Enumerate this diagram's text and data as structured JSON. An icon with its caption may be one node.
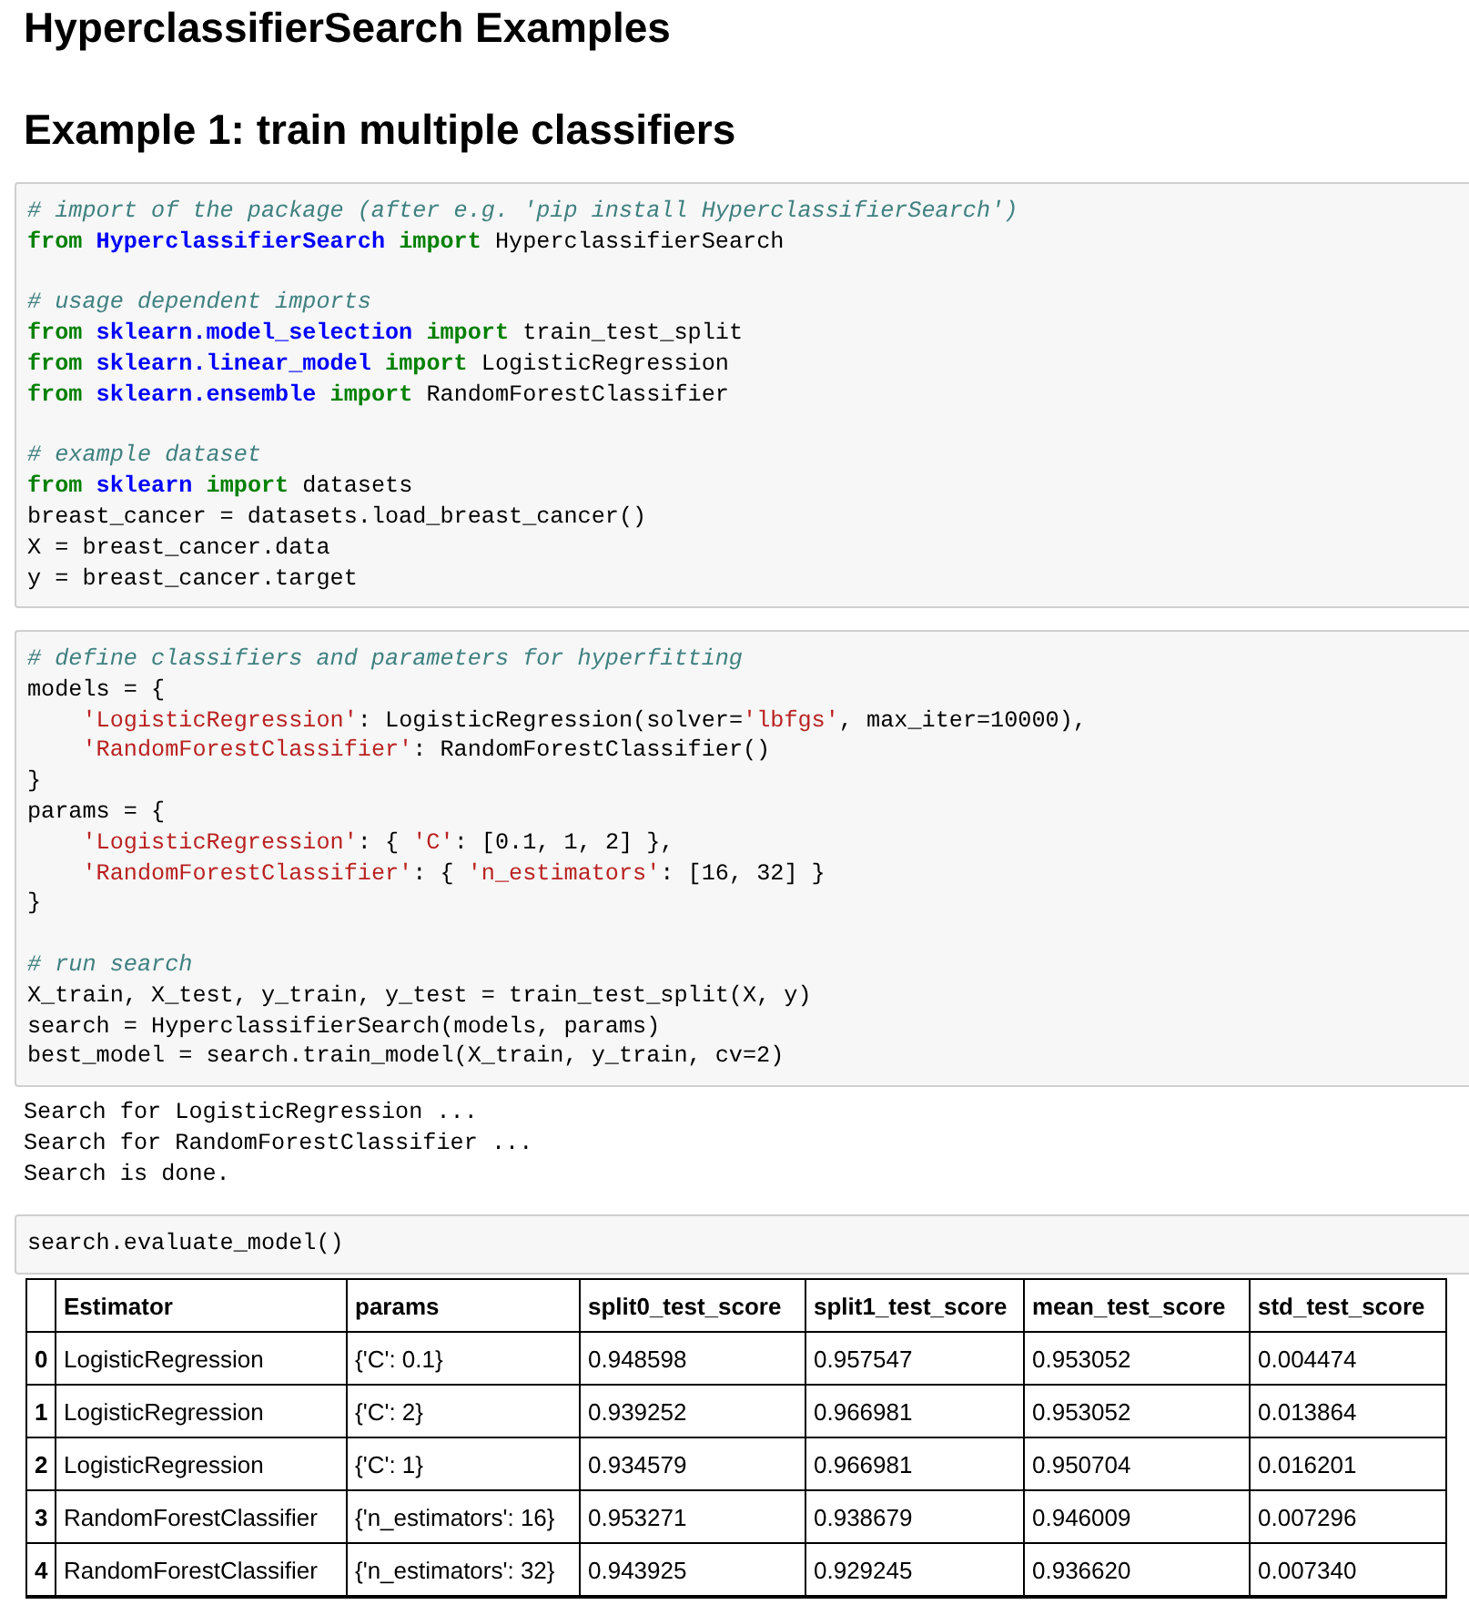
{
  "diagram": {
    "title": "HyperclassifierSearch Examples",
    "nodes": [
      {
        "text": [
          "*# import of the package (after e.g. 'pip install HyperclassifierSearch')*",
          "**from** **HyperclassifierSearch** **import** HyperclassifierSearch",
          "*# usage dependent imports*",
          "**from** **sklearn.model_selection** **import** train_test_split",
          "**from** **sklearn.linear_model** **import** LogisticRegression",
          "**from** **sklearn.ensemble** **import** RandomForestClassifier",
          "*# example dataset*",
          "**from** **sklearn** **import** datasets",
          "breast_cancer = datasets.load_breast_cancer()",
          "X = breast_cancer.data",
          "y = breast_cancer.target"
        ]
      },
      {
        "text": [
          "*# define classifiers and parameters for hyperfitting*",
          "models = {",
          "    'LogisticRegression': LogisticRegression(solver='lbfgs', max_iter=10000),",
          "    'RandomForestClassifier': RandomForestClassifier()",
          "}",
          "params = {",
          "    'LogisticRegression': { 'C': [0.1, 1, 2] },",
          "    'RandomForestClassifier': { 'n_estimators': [16, 32] }",
          "}",
          "*# run search*",
          "X_train, X_test, y_train, y_test = train_test_split(X, y)",
          "search = HyperclassifierSearch(models, params)",
          "best_model = search.train_model(X_train, y_train, cv=2)"
        ]
      },
      {
        "text": [
          "search.evaluate_model()"
        ]
      }
    ],
    "labels": [
      "Example 1: train multiple classifiers",
      "Search for LogisticRegression ...",
      "Search for RandomForestClassifier ...",
      "Search is done.",
      "Estimator",
      "params",
      "split0_test_score",
      "split1_test_score",
      "mean_test_score",
      "std_test_score",
      "0",
      "LogisticRegression",
      "{'C': 0.1}",
      "0.948598",
      "0.957547",
      "0.953052",
      "0.004474",
      "1",
      "LogisticRegression",
      "{'C': 2}",
      "0.939252",
      "0.966981",
      "0.953052",
      "0.013864",
      "2",
      "LogisticRegression",
      "{'C': 1}",
      "0.934579",
      "0.966981",
      "0.950704",
      "0.016201",
      "3",
      "RandomForestClassifier",
      "{'n_estimators': 16}",
      "0.953271",
      "0.938679",
      "0.946009",
      "0.007296",
      "4",
      "RandomForestClassifier",
      "{'n_estimators': 32}",
      "0.943925",
      "0.929245",
      "0.936620",
      "0.007340"
    ]
  }
}
